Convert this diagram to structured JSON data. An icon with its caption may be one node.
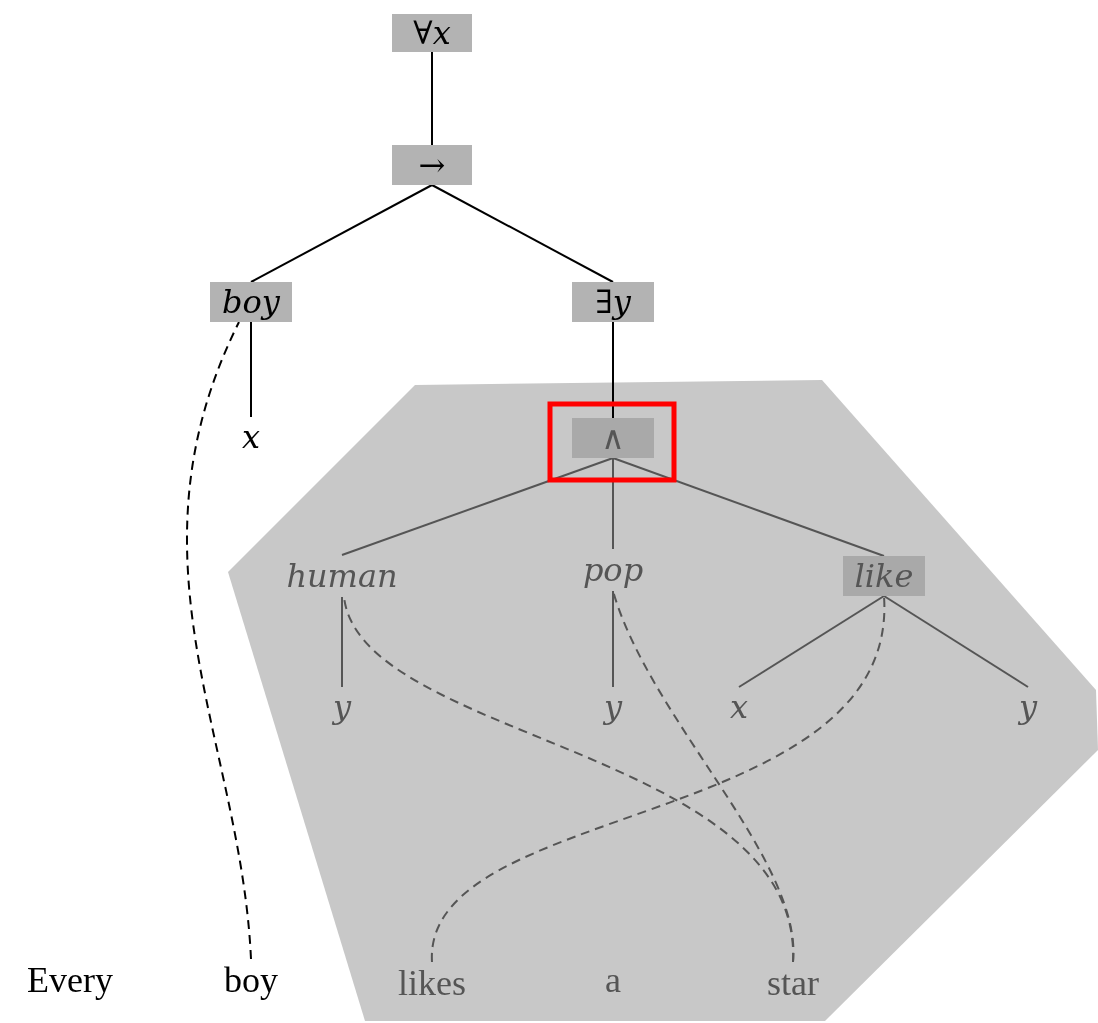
{
  "diagram": {
    "nodes": [
      {
        "text": [
          "∀*x*"
        ]
      },
      {
        "text": [
          "→"
        ]
      },
      {
        "text": [
          "boy"
        ]
      },
      {
        "text": [
          "∃*y*"
        ]
      },
      {
        "text": [
          "x"
        ]
      },
      {
        "text": [
          "∧"
        ]
      },
      {
        "text": [
          "human"
        ]
      },
      {
        "text": [
          "pop"
        ]
      },
      {
        "text": [
          "like"
        ]
      },
      {
        "text": [
          "y"
        ]
      },
      {
        "text": [
          "y"
        ]
      },
      {
        "text": [
          "x"
        ]
      },
      {
        "text": [
          "y"
        ]
      },
      {
        "text": [
          "Every"
        ]
      },
      {
        "text": [
          "boy"
        ]
      },
      {
        "text": [
          "likes"
        ]
      },
      {
        "text": [
          "a"
        ]
      },
      {
        "text": [
          "star"
        ]
      }
    ],
    "edges": [
      {
        "from": 0,
        "to": 1,
        "arrow": "none",
        "color": "#000000"
      },
      {
        "from": 1,
        "to": 2,
        "arrow": "none",
        "color": "#000000"
      },
      {
        "from": 1,
        "to": 3,
        "arrow": "none",
        "color": "#000000"
      },
      {
        "from": 2,
        "to": 4,
        "arrow": "none",
        "color": "#000000"
      },
      {
        "from": 3,
        "to": 5,
        "arrow": "none",
        "color": "#000000"
      },
      {
        "from": 5,
        "to": 6,
        "arrow": "none"
      },
      {
        "from": 5,
        "to": 7,
        "arrow": "none"
      },
      {
        "from": 5,
        "to": 8,
        "arrow": "none"
      },
      {
        "from": 6,
        "to": 9,
        "arrow": "none"
      },
      {
        "from": 7,
        "to": 10,
        "arrow": "none"
      },
      {
        "from": 8,
        "to": 11,
        "arrow": "none"
      },
      {
        "from": 8,
        "to": 12,
        "arrow": "none"
      },
      {
        "from": 14,
        "to": 2,
        "arrow": "none",
        "style": "dashed",
        "color": "#000000"
      },
      {
        "from": 17,
        "to": 6,
        "arrow": "none",
        "style": "dashed"
      },
      {
        "from": 17,
        "to": 7,
        "arrow": "none",
        "style": "dashed"
      },
      {
        "from": 15,
        "to": 8,
        "arrow": "none",
        "style": "dashed"
      }
    ]
  }
}
